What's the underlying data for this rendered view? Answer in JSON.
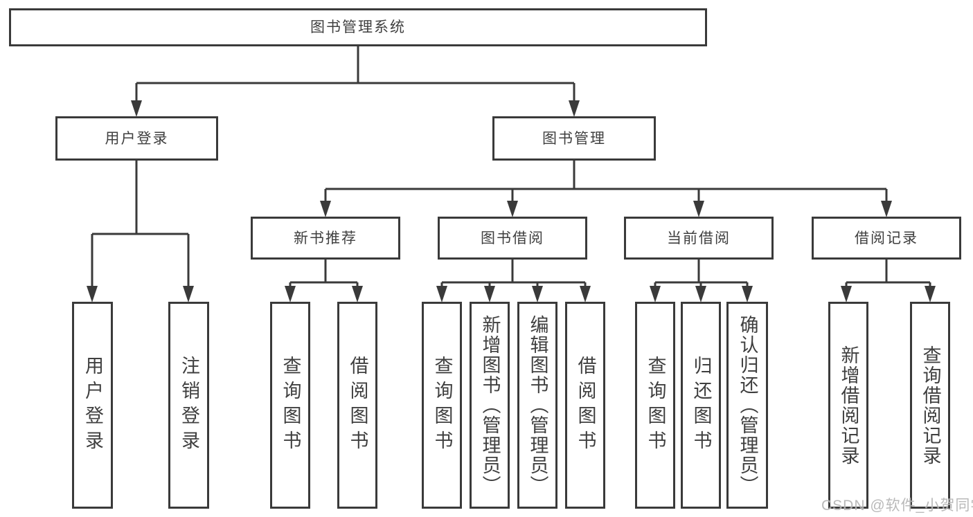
{
  "diagram_type": "hierarchy-tree",
  "colors": {
    "line": "#3a3a3a",
    "border": "#3a3a3a",
    "text": "#3f3f3f",
    "background": "#ffffff",
    "watermark": "#b2b2b2"
  },
  "tree": {
    "label": "图书管理系统",
    "children": [
      {
        "label": "用户登录",
        "children": [
          {
            "label": "用户登录"
          },
          {
            "label": "注销登录"
          }
        ]
      },
      {
        "label": "图书管理",
        "children": [
          {
            "label": "新书推荐",
            "children": [
              {
                "label": "查询图书"
              },
              {
                "label": "借阅图书"
              }
            ]
          },
          {
            "label": "图书借阅",
            "children": [
              {
                "label": "查询图书"
              },
              {
                "label": "新增图书（管理员）"
              },
              {
                "label": "编辑图书（管理员）"
              },
              {
                "label": "借阅图书"
              }
            ]
          },
          {
            "label": "当前借阅",
            "children": [
              {
                "label": "查询图书"
              },
              {
                "label": "归还图书"
              },
              {
                "label": "确认归还（管理员）"
              }
            ]
          },
          {
            "label": "借阅记录",
            "children": [
              {
                "label": "新增借阅记录"
              },
              {
                "label": "查询借阅记录"
              }
            ]
          }
        ]
      }
    ]
  },
  "watermark": "CSDN @软件_小贺同学"
}
